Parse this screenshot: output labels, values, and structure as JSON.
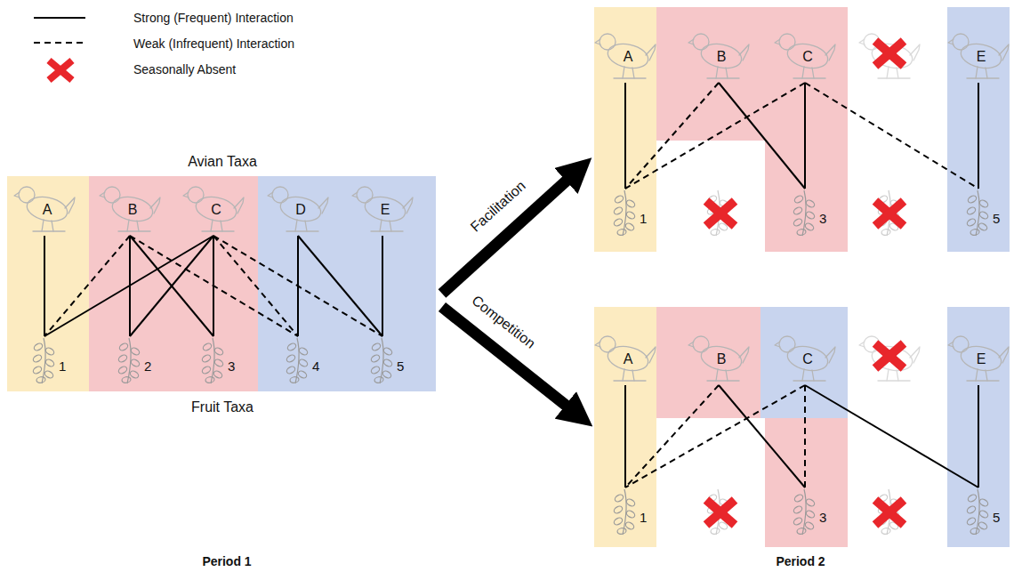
{
  "diagram": {
    "nodes": [
      {
        "text": [
          "A"
        ]
      },
      {
        "text": [
          "B"
        ]
      },
      {
        "text": [
          "C"
        ]
      },
      {
        "text": [
          "D"
        ]
      },
      {
        "text": [
          "E"
        ]
      },
      {
        "text": [
          "1"
        ]
      },
      {
        "text": [
          "2"
        ]
      },
      {
        "text": [
          "3"
        ]
      },
      {
        "text": [
          "4"
        ]
      },
      {
        "text": [
          "5"
        ]
      },
      {
        "text": [
          "A"
        ]
      },
      {
        "text": [
          "B"
        ]
      },
      {
        "text": [
          "C"
        ]
      },
      {
        "text": [
          "E"
        ]
      },
      {
        "text": [
          "1"
        ]
      },
      {
        "text": [
          "3"
        ]
      },
      {
        "text": [
          "5"
        ]
      },
      {
        "text": [
          "A"
        ]
      },
      {
        "text": [
          "B"
        ]
      },
      {
        "text": [
          "C"
        ]
      },
      {
        "text": [
          "E"
        ]
      },
      {
        "text": [
          "1"
        ]
      },
      {
        "text": [
          "3"
        ]
      },
      {
        "text": [
          "5"
        ]
      }
    ],
    "edges": [
      {
        "from": 0,
        "to": 5,
        "arrow": "none"
      },
      {
        "from": 1,
        "to": 5,
        "arrow": "none"
      },
      {
        "from": 1,
        "to": 6,
        "arrow": "none"
      },
      {
        "from": 1,
        "to": 7,
        "arrow": "none"
      },
      {
        "from": 1,
        "to": 8,
        "arrow": "none"
      },
      {
        "from": 2,
        "to": 5,
        "arrow": "none"
      },
      {
        "from": 2,
        "to": 6,
        "arrow": "none"
      },
      {
        "from": 2,
        "to": 7,
        "arrow": "none"
      },
      {
        "from": 2,
        "to": 8,
        "arrow": "none"
      },
      {
        "from": 2,
        "to": 9,
        "arrow": "none"
      },
      {
        "from": 3,
        "to": 8,
        "arrow": "none"
      },
      {
        "from": 3,
        "to": 9,
        "arrow": "none"
      },
      {
        "from": 4,
        "to": 9,
        "arrow": "none"
      },
      {
        "from": 10,
        "to": 14,
        "arrow": "none"
      },
      {
        "from": 11,
        "to": 14,
        "arrow": "none"
      },
      {
        "from": 11,
        "to": 15,
        "arrow": "none"
      },
      {
        "from": 12,
        "to": 14,
        "arrow": "none"
      },
      {
        "from": 12,
        "to": 15,
        "arrow": "none"
      },
      {
        "from": 12,
        "to": 16,
        "arrow": "none"
      },
      {
        "from": 13,
        "to": 16,
        "arrow": "none"
      },
      {
        "from": 17,
        "to": 21,
        "arrow": "none"
      },
      {
        "from": 18,
        "to": 21,
        "arrow": "none"
      },
      {
        "from": 18,
        "to": 22,
        "arrow": "none"
      },
      {
        "from": 19,
        "to": 21,
        "arrow": "none"
      },
      {
        "from": 19,
        "to": 22,
        "arrow": "none"
      },
      {
        "from": 19,
        "to": 23,
        "arrow": "none"
      },
      {
        "from": 20,
        "to": 23,
        "arrow": "none"
      }
    ],
    "labels": [
      "Avian Taxa",
      "Fruit Taxa",
      "Facilitation",
      "Competition",
      "Period 1",
      "Period 2"
    ],
    "legend": [
      {
        "text": "Strong (Frequent) Interaction"
      },
      {
        "text": "Weak (Infrequent) Interaction"
      },
      {
        "text": "Seasonally Absent"
      }
    ]
  }
}
